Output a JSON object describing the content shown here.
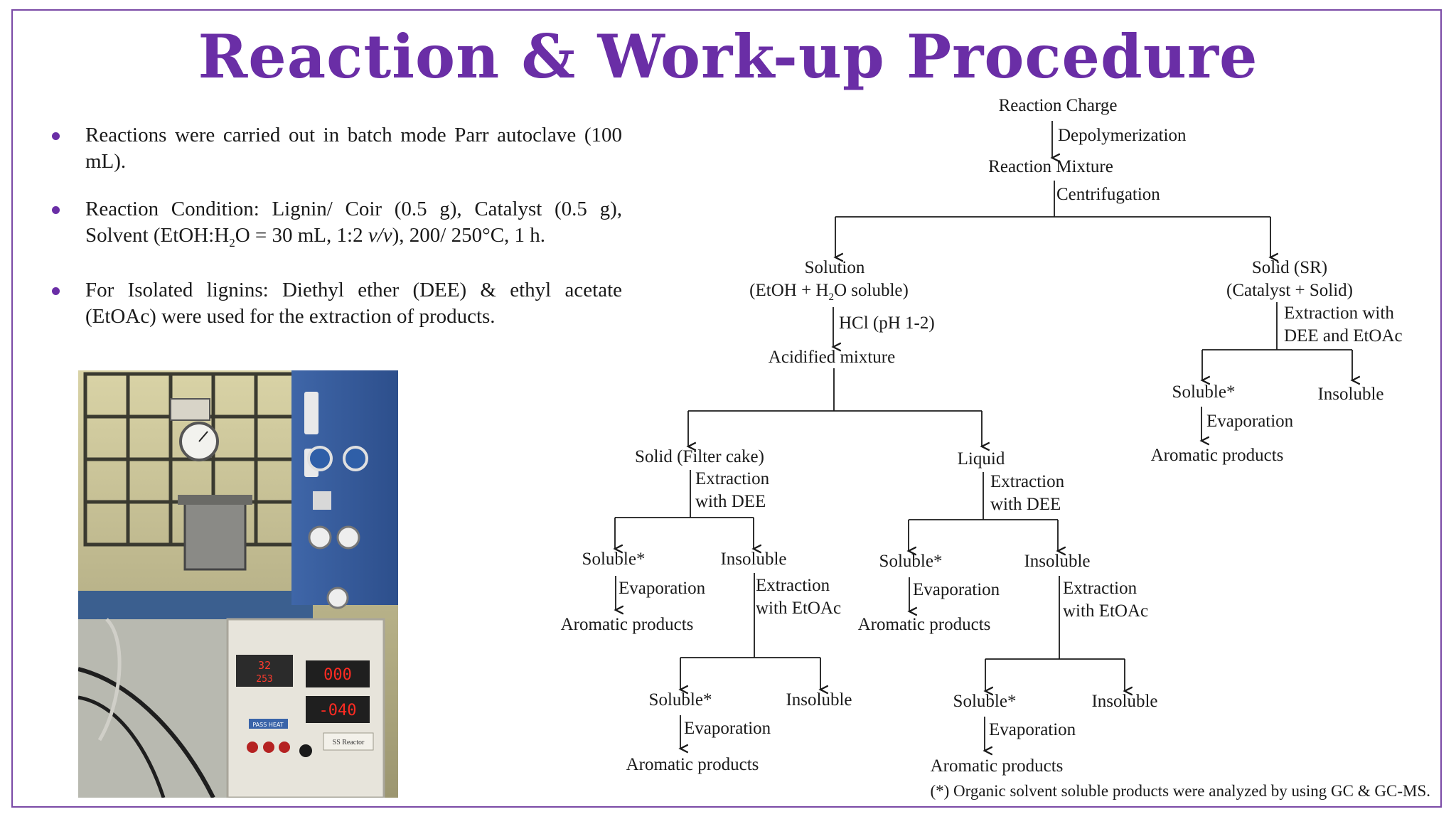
{
  "title": "Reaction & Work-up Procedure",
  "bullets": [
    {
      "text": "Reactions were carried out in batch mode Parr autoclave (100 mL)."
    },
    {
      "pre": "Reaction Condition: Lignin/ Coir (0.5 g), Catalyst (0.5 g), Solvent (EtOH:H",
      "sub": "2",
      "post": "O = 30 mL, 1:2 ",
      "ital": "v/v",
      "post2": "), 200/ 250°C, 1 h."
    },
    {
      "text": "For Isolated lignins: Diethyl ether (DEE) & ethyl acetate (EtOAc) were used for the extraction of products."
    }
  ],
  "photo": {
    "display_red_1": "32",
    "display_red_2": "253",
    "display_big_1": "000",
    "display_big_2": "-040",
    "panel_label": "PASS HEAT",
    "reactor_label": "SS Reactor"
  },
  "flow": {
    "reaction_charge": "Reaction Charge",
    "depolymerization": "Depolymerization",
    "reaction_mixture": "Reaction Mixture",
    "centrifugation": "Centrifugation",
    "solution": "Solution",
    "solution_sub_pre": "(EtOH + H",
    "solution_sub_2": "2",
    "solution_sub_post": "O soluble)",
    "hcl": "HCl (pH 1-2)",
    "acidified": "Acidified mixture",
    "solid_sr": "Solid (SR)",
    "solid_sr_sub": "(Catalyst + Solid)",
    "ext_dee_etoac_1": "Extraction with",
    "ext_dee_etoac_2": "DEE and EtOAc",
    "soluble_star": "Soluble*",
    "insoluble": "Insoluble",
    "evaporation": "Evaporation",
    "aromatic": "Aromatic products",
    "filter_cake": "Solid (Filter cake)",
    "liquid": "Liquid",
    "extraction": "Extraction",
    "with_dee": "with DEE",
    "with_etoac": "with EtOAc"
  },
  "footnote": "(*) Organic solvent soluble products were analyzed by using GC & GC-MS."
}
